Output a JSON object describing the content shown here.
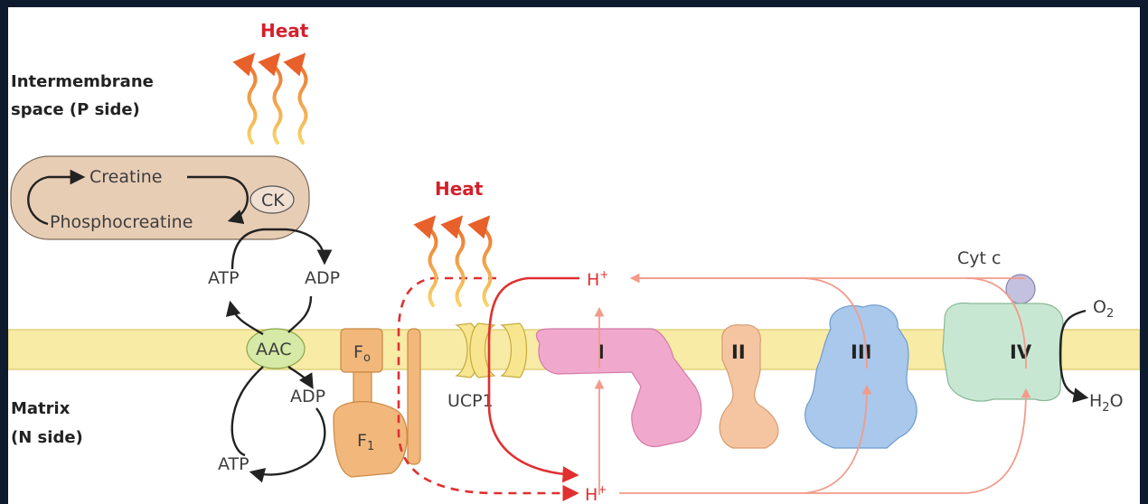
{
  "labels": {
    "intermembrane_line1": "Intermembrane",
    "intermembrane_line2": "space (P side)",
    "matrix_line1": "Matrix",
    "matrix_line2": "(N side)",
    "heat_left": "Heat",
    "heat_center": "Heat",
    "creatine": "Creatine",
    "phosphocreatine": "Phosphocreatine",
    "ck": "CK",
    "atp_top": "ATP",
    "adp_top": "ADP",
    "aac": "AAC",
    "adp_bottom": "ADP",
    "atp_bottom": "ATP",
    "fo_base": "F",
    "fo_sub": "o",
    "f1_base": "F",
    "f1_sub": "1",
    "ucp1": "UCP1",
    "complex_1": "I",
    "complex_2": "II",
    "complex_3": "III",
    "complex_4": "IV",
    "cyt_c": "Cyt c",
    "o2": "O",
    "o2_sub": "2",
    "h2o_a": "H",
    "h2o_sub": "2",
    "h2o_b": "O",
    "h_top": "H",
    "h_top_sup": "+",
    "h_bottom": "H",
    "h_bottom_sup": "+"
  },
  "colors": {
    "membrane": "#f7eba6",
    "membrane_edge": "#e0d27a",
    "creatine_box": "#e8cdb5",
    "aac": "#d6e9a6",
    "atp_synthase": "#f2b77a",
    "ucp1": "#f7e68f",
    "complex_1": "#f0a9cc",
    "complex_2": "#f5c5a2",
    "complex_3": "#a9c8ec",
    "complex_4": "#c8e7d2",
    "cyt_c": "#c4c0e0",
    "proton_path": "#e03030",
    "proton_path_light": "#f29b8a",
    "heat_wave": "#f2a35a"
  }
}
